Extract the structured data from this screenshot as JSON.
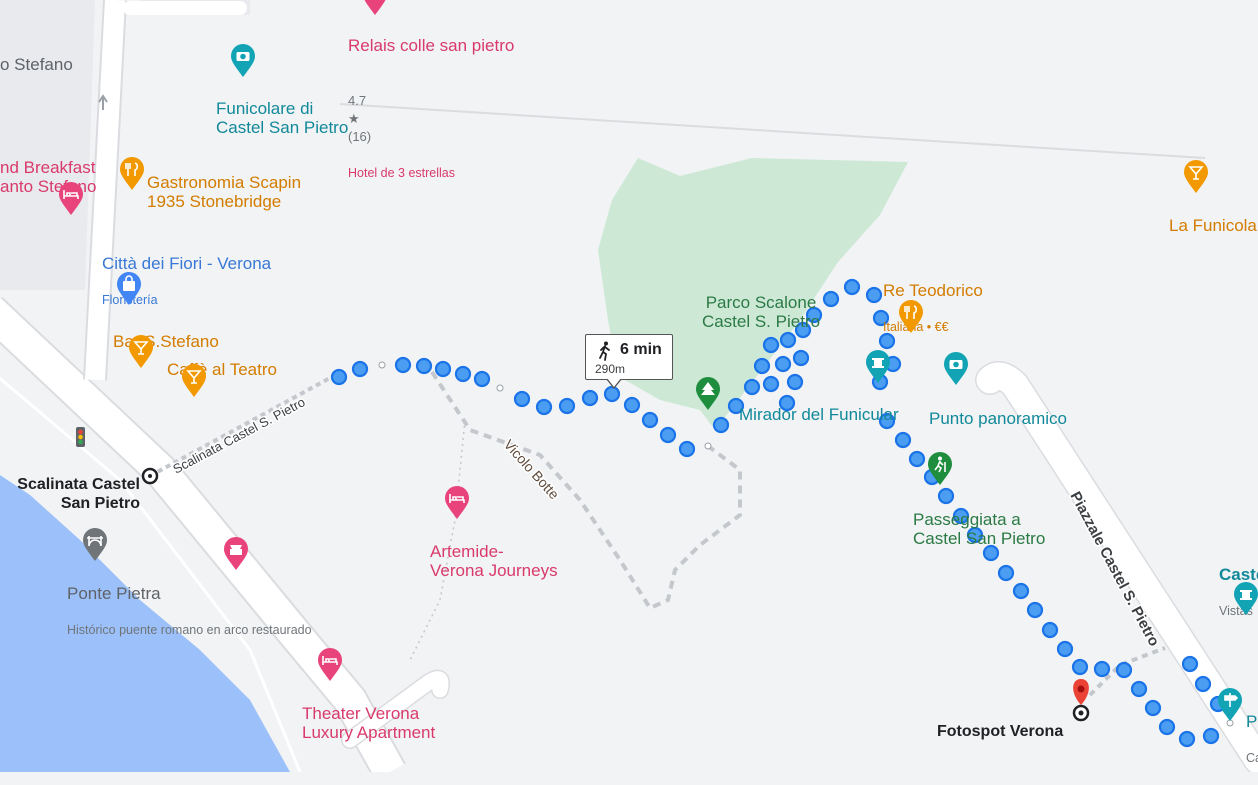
{
  "colors": {
    "route": "#1a73e8",
    "route_fill": "#4a9df0",
    "park": "#cde9d6",
    "water": "#9cc0f9",
    "road": "#ffffff",
    "hotel": "#e8437a",
    "food": "#f29900",
    "attraction": "#12a4b5",
    "shop": "#4285f4",
    "park_pin": "#1e8e3e",
    "landmark": "#70757a"
  },
  "route": {
    "duration": "6 min",
    "distance": "290m",
    "mode_icon": "walking-person-icon"
  },
  "streets": {
    "scalinata": "Scalinata Castel S. Pietro",
    "vicolo": "Vicolo Botte",
    "piazzale": "Piazzale Castel S. Pietro"
  },
  "places": {
    "santo_stefano": "o Stefano",
    "relais": {
      "name": "Relais colle san pietro",
      "rating": "4.7",
      "reviews": "(16)",
      "category": "Hotel de 3 estrellas"
    },
    "funicolare": "Funicolare di\nCastel San Pietro",
    "bnb": "nd Breakfast\nanto Stefano",
    "gastronomia": "Gastronomia Scapin\n1935 Stonebridge",
    "la_funicolare": "La Funicola",
    "citta_fiori": {
      "name": "Città dei Fiori - Verona",
      "category": "Floristería"
    },
    "parco": "Parco Scalone\nCastel S. Pietro",
    "re_teodorico": {
      "name": "Re Teodorico",
      "category": "Italiana • €€"
    },
    "bar_stefano": "Bar S.Stefano",
    "caffe_teatro": "Caffè al Teatro",
    "mirador": "Mirador del Funicular",
    "punto": "Punto panoramico",
    "scalinata_start": "Scalinata Castel\nSan Pietro",
    "passeggiata": "Passeggiata a\nCastel San Pietro",
    "artemide": "Artemide-\nVerona Journeys",
    "ponte": {
      "name": "Ponte Pietra",
      "category": "Histórico puente romano en arco restaurado"
    },
    "castel_edge": {
      "name": "Caste",
      "category": "Vistas"
    },
    "theater": "Theater Verona\nLuxury Apartment",
    "fotospot": "Fotospot Verona",
    "edge_p": {
      "name": "P",
      "category": "Ca"
    }
  }
}
